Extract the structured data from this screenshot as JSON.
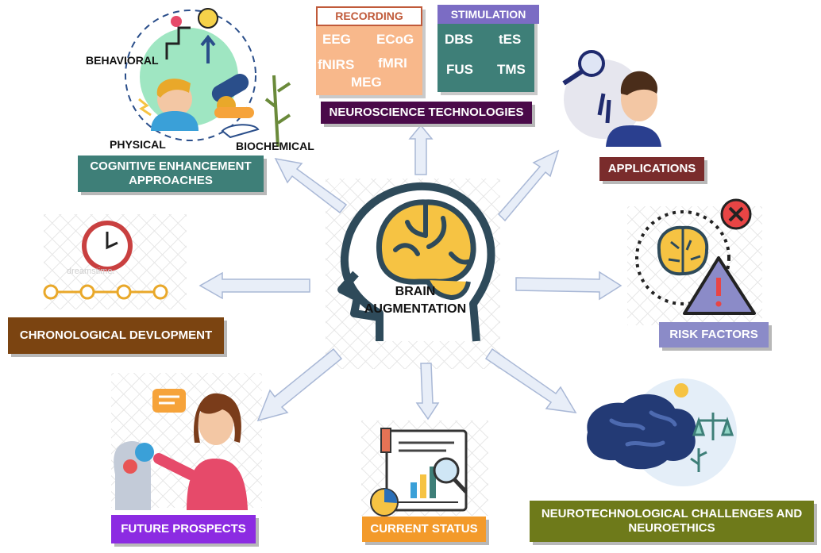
{
  "center": {
    "line1": "BRAIN",
    "line2": "AUGMENTATION"
  },
  "recording": {
    "title": "RECORDING",
    "items": [
      "EEG",
      "ECoG",
      "fNIRS",
      "fMRI",
      "MEG"
    ]
  },
  "stimulation": {
    "title": "STIMULATION",
    "items": [
      "DBS",
      "tES",
      "FUS",
      "TMS"
    ]
  },
  "neuroscience": "NEUROSCIENCE TECHNOLOGIES",
  "applications": "APPLICATIONS",
  "risk": "RISK FACTORS",
  "challenges": {
    "line1": "NEUROTECHNOLOGICAL CHALLENGES AND",
    "line2": "NEUROETHICS"
  },
  "current": "CURRENT STATUS",
  "future": "FUTURE PROSPECTS",
  "chrono": "CHRONOLOGICAL DEVLOPMENT",
  "cognitive": {
    "line1": "COGNITIVE ENHANCEMENT",
    "line2": "APPROACHES",
    "tags": {
      "behavioral": "BEHAVIORAL",
      "physical": "PHYSICAL",
      "biochemical": "BIOCHEMICAL"
    }
  },
  "watermark": "dreamstime.",
  "colors": {
    "recording": "#f8b88b",
    "recording_title": "#c05a3a",
    "stimulation": "#3e7f78",
    "stimulation_title": "#7b6cc4",
    "neuroscience": "#4a0a49",
    "applications": "#7a2c2c",
    "risk": "#8b8bc8",
    "challenges": "#6e7a1a",
    "current": "#f39a2a",
    "future": "#8c2be2",
    "chrono": "#7b4411",
    "cognitive": "#3e7f78",
    "brain": "#f6c343",
    "head_outline": "#2e4a5a"
  }
}
